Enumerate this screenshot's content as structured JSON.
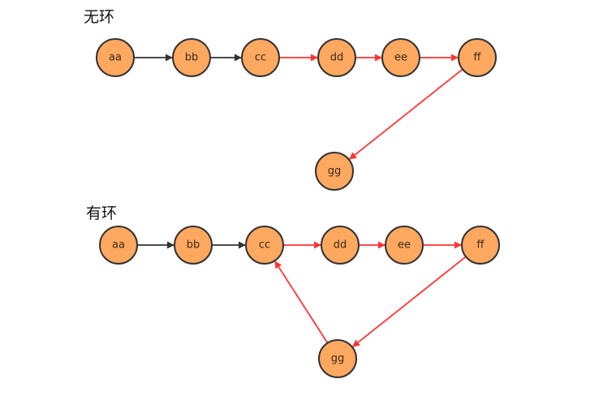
{
  "titles": {
    "no_cycle": "无环",
    "cycle": "有环"
  },
  "colors": {
    "node_fill": "#FFA860",
    "node_stroke": "#333333",
    "edge_default": "#333333",
    "edge_highlight": "#FF3333"
  },
  "graphs": [
    {
      "id": "no-cycle",
      "nodes": [
        "aa",
        "bb",
        "cc",
        "dd",
        "ee",
        "ff",
        "gg"
      ],
      "edges": [
        {
          "from": "aa",
          "to": "bb",
          "highlight": false
        },
        {
          "from": "bb",
          "to": "cc",
          "highlight": false
        },
        {
          "from": "cc",
          "to": "dd",
          "highlight": true
        },
        {
          "from": "dd",
          "to": "ee",
          "highlight": true
        },
        {
          "from": "ee",
          "to": "ff",
          "highlight": true
        },
        {
          "from": "ff",
          "to": "gg",
          "highlight": true
        }
      ]
    },
    {
      "id": "cycle",
      "nodes": [
        "aa",
        "bb",
        "cc",
        "dd",
        "ee",
        "ff",
        "gg"
      ],
      "edges": [
        {
          "from": "aa",
          "to": "bb",
          "highlight": false
        },
        {
          "from": "bb",
          "to": "cc",
          "highlight": false
        },
        {
          "from": "cc",
          "to": "dd",
          "highlight": true
        },
        {
          "from": "dd",
          "to": "ee",
          "highlight": true
        },
        {
          "from": "ee",
          "to": "ff",
          "highlight": true
        },
        {
          "from": "ff",
          "to": "gg",
          "highlight": true
        },
        {
          "from": "gg",
          "to": "cc",
          "highlight": true
        }
      ]
    }
  ]
}
